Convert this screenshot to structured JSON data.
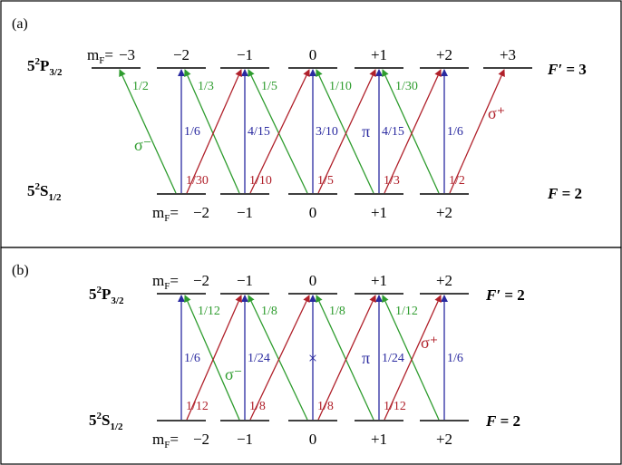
{
  "colors": {
    "sigma_minus": "#2e9c2e",
    "sigma_plus": "#b0202a",
    "pi": "#2a2aa0",
    "frame": "#000000"
  },
  "panels": [
    {
      "label": "(a)",
      "upper_state": {
        "main": "5",
        "sup": "2",
        "letter": "P",
        "sub": "3/2"
      },
      "lower_state": {
        "main": "5",
        "sup": "2",
        "letter": "S",
        "sub": "1/2"
      },
      "upper_F": {
        "symbol": "F′",
        "eq": " = 3"
      },
      "lower_F": {
        "symbol": "F",
        "eq": " = 2"
      },
      "mf_prefix": {
        "m": "m",
        "sub": "F",
        "eq": "="
      },
      "upper_mF": [
        "−3",
        "−2",
        "−1",
        "0",
        "+1",
        "+2",
        "+3"
      ],
      "lower_mF": [
        "−2",
        "−1",
        "0",
        "+1",
        "+2"
      ],
      "pi_strengths": [
        "1/6",
        "4/15",
        "3/10",
        "4/15",
        "1/6"
      ],
      "sigma_minus_strengths": [
        "1/2",
        "1/3",
        "1/5",
        "1/10",
        "1/30"
      ],
      "sigma_plus_strengths": [
        "1/30",
        "1/10",
        "1/5",
        "1/3",
        "1/2"
      ],
      "pi_label": "π",
      "sigma_minus_label": "σ⁻",
      "sigma_plus_label": "σ⁺"
    },
    {
      "label": "(b)",
      "upper_state": {
        "main": "5",
        "sup": "2",
        "letter": "P",
        "sub": "3/2"
      },
      "lower_state": {
        "main": "5",
        "sup": "2",
        "letter": "S",
        "sub": "1/2"
      },
      "upper_F": {
        "symbol": "F′",
        "eq": " = 2"
      },
      "lower_F": {
        "symbol": "F",
        "eq": " = 2"
      },
      "mf_prefix": {
        "m": "m",
        "sub": "F",
        "eq": "="
      },
      "upper_mF": [
        "−2",
        "−1",
        "0",
        "+1",
        "+2"
      ],
      "lower_mF": [
        "−2",
        "−1",
        "0",
        "+1",
        "+2"
      ],
      "pi_strengths": [
        "1/6",
        "1/24",
        "",
        "1/24",
        "1/6"
      ],
      "sigma_minus_strengths": [
        "1/12",
        "1/8",
        "1/8",
        "1/12"
      ],
      "sigma_plus_strengths": [
        "1/12",
        "1/8",
        "1/8",
        "1/12"
      ],
      "pi_label": "π",
      "sigma_minus_label": "σ⁻",
      "sigma_plus_label": "σ⁺",
      "forbidden_marker": "×"
    }
  ]
}
